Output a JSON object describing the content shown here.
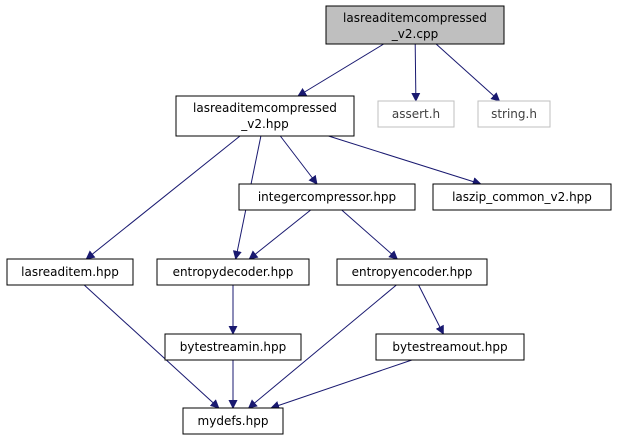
{
  "colors": {
    "edge": "#191970",
    "box_border": "#000000",
    "root_fill": "#bfbfbf",
    "muted_border": "#bfbfbf",
    "node_fill": "#ffffff"
  },
  "nodes": {
    "root": {
      "lines": [
        "lasreaditemcompressed",
        "_v2.cpp"
      ],
      "highlighted": true
    },
    "hpp": {
      "lines": [
        "lasreaditemcompressed",
        "_v2.hpp"
      ]
    },
    "assert": {
      "lines": [
        "assert.h"
      ],
      "muted": true
    },
    "string": {
      "lines": [
        "string.h"
      ],
      "muted": true
    },
    "intcomp": {
      "lines": [
        "integercompressor.hpp"
      ]
    },
    "common": {
      "lines": [
        "laszip_common_v2.hpp"
      ]
    },
    "lasreaditem": {
      "lines": [
        "lasreaditem.hpp"
      ]
    },
    "decoder": {
      "lines": [
        "entropydecoder.hpp"
      ]
    },
    "encoder": {
      "lines": [
        "entropyencoder.hpp"
      ]
    },
    "bsin": {
      "lines": [
        "bytestreamin.hpp"
      ]
    },
    "bsout": {
      "lines": [
        "bytestreamout.hpp"
      ]
    },
    "mydefs": {
      "lines": [
        "mydefs.hpp"
      ]
    }
  },
  "edges": [
    [
      "root",
      "hpp"
    ],
    [
      "root",
      "assert"
    ],
    [
      "root",
      "string"
    ],
    [
      "hpp",
      "lasreaditem"
    ],
    [
      "hpp",
      "decoder"
    ],
    [
      "hpp",
      "intcomp"
    ],
    [
      "hpp",
      "common"
    ],
    [
      "intcomp",
      "decoder"
    ],
    [
      "intcomp",
      "encoder"
    ],
    [
      "lasreaditem",
      "mydefs"
    ],
    [
      "decoder",
      "bsin"
    ],
    [
      "decoder",
      "mydefs"
    ],
    [
      "encoder",
      "bsout"
    ],
    [
      "encoder",
      "mydefs"
    ],
    [
      "bsin",
      "mydefs"
    ],
    [
      "bsout",
      "mydefs"
    ]
  ]
}
